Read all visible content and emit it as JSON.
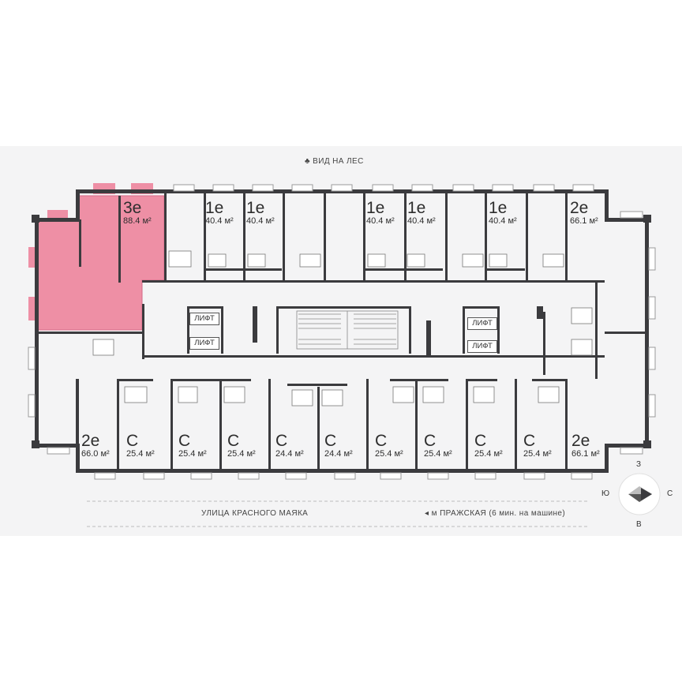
{
  "header": {
    "view_label": "ВИД НА ЛЕС",
    "view_icon": "trees-icon"
  },
  "footer": {
    "street_label": "УЛИЦА КРАСНОГО МАЯКА",
    "metro_label": "м ПРАЖСКАЯ (6 мин. на машине)",
    "metro_icon": "arrow-left-icon"
  },
  "compass": {
    "north": "З",
    "south": "В",
    "west": "Ю",
    "east": "С"
  },
  "lifts": [
    "ЛИФТ",
    "ЛИФТ",
    "ЛИФТ",
    "ЛИФТ"
  ],
  "colors": {
    "highlight": "#ee8fa5",
    "highlight_border": "#d46a86",
    "wall": "#3b3b3e",
    "panel": "#f4f4f5"
  },
  "apartments": [
    {
      "type": "3е",
      "area": "88.4 м²",
      "selected": true
    },
    {
      "type": "1е",
      "area": "40.4 м²"
    },
    {
      "type": "1е",
      "area": "40.4 м²"
    },
    {
      "type": "1е",
      "area": "40.4 м²"
    },
    {
      "type": "1е",
      "area": "40.4 м²"
    },
    {
      "type": "1е",
      "area": "40.4 м²"
    },
    {
      "type": "2е",
      "area": "66.1 м²"
    },
    {
      "type": "2е",
      "area": "66.0 м²"
    },
    {
      "type": "С",
      "area": "25.4 м²"
    },
    {
      "type": "С",
      "area": "25.4 м²"
    },
    {
      "type": "С",
      "area": "25.4 м²"
    },
    {
      "type": "С",
      "area": "24.4 м²"
    },
    {
      "type": "С",
      "area": "24.4 м²"
    },
    {
      "type": "С",
      "area": "25.4 м²"
    },
    {
      "type": "С",
      "area": "25.4 м²"
    },
    {
      "type": "С",
      "area": "25.4 м²"
    },
    {
      "type": "С",
      "area": "25.4 м²"
    },
    {
      "type": "2е",
      "area": "66.1 м²"
    }
  ]
}
